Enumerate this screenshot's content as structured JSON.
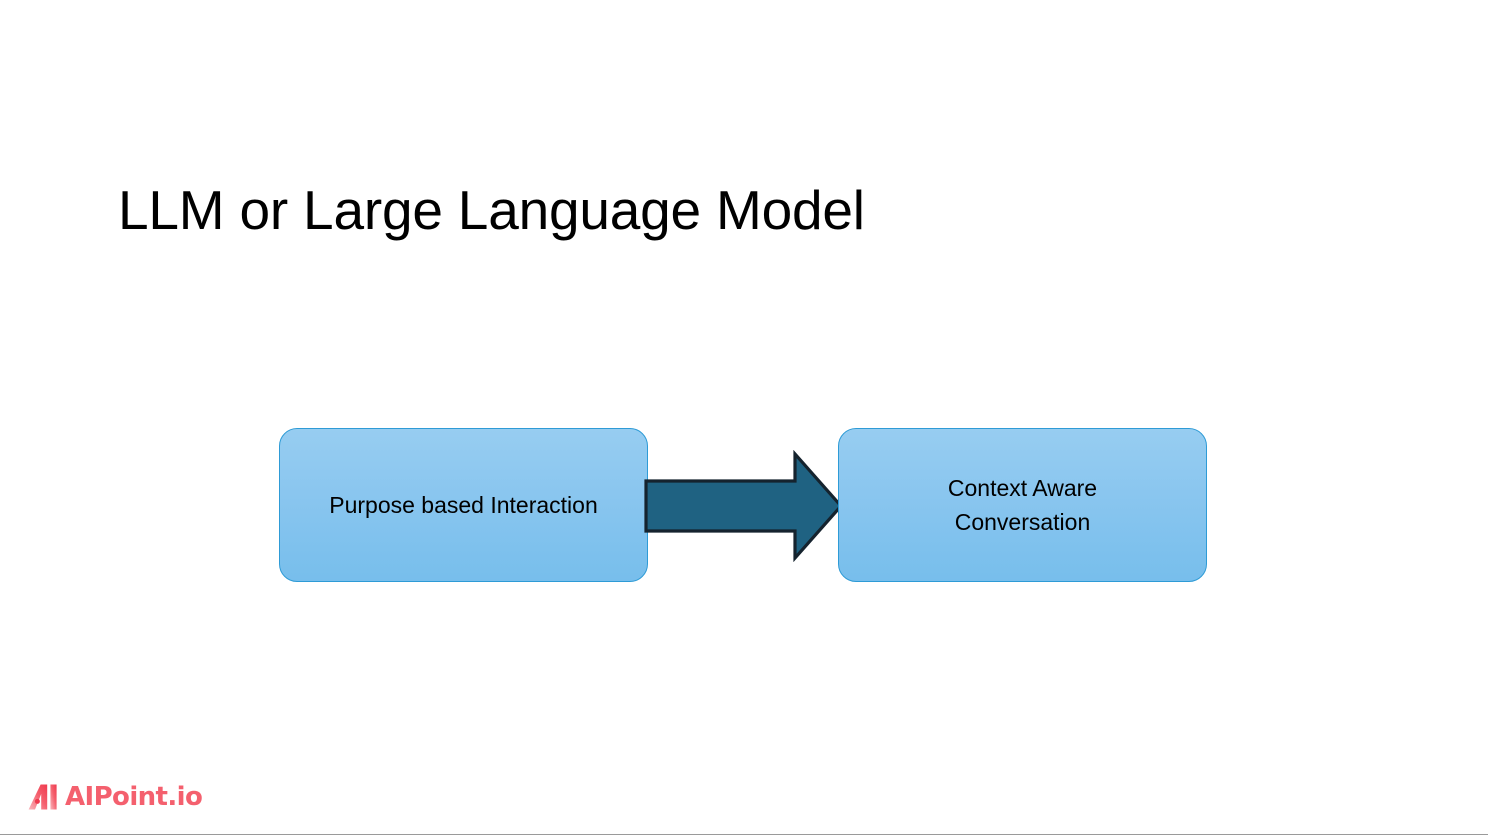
{
  "slide": {
    "title": "LLM or Large Language Model",
    "background_color": "#FFFFFF",
    "bottom_rule_color": "#9A9A9A"
  },
  "diagram": {
    "type": "flow",
    "direction": "left-to-right",
    "nodes": [
      {
        "id": "purpose",
        "label": "Purpose based Interaction",
        "fill_top": "#97CDF1",
        "fill_bottom": "#77BEEC",
        "border_color": "#2E9BD6",
        "text_color": "#000000"
      },
      {
        "id": "context",
        "label": "Context Aware\nConversation",
        "fill_top": "#97CDF1",
        "fill_bottom": "#77BEEC",
        "border_color": "#2E9BD6",
        "text_color": "#000000"
      }
    ],
    "connector": {
      "icon": "right-block-arrow-icon",
      "from": "purpose",
      "to": "context",
      "fill_color": "#1F6282",
      "outline_color": "#15232E"
    }
  },
  "brand": {
    "name": "AIPoint.io",
    "mark_icon": "ai-monogram-icon",
    "color": "#F4606E",
    "mark_gradient_start": "#F9A7AE",
    "mark_gradient_end": "#F24A5C"
  }
}
